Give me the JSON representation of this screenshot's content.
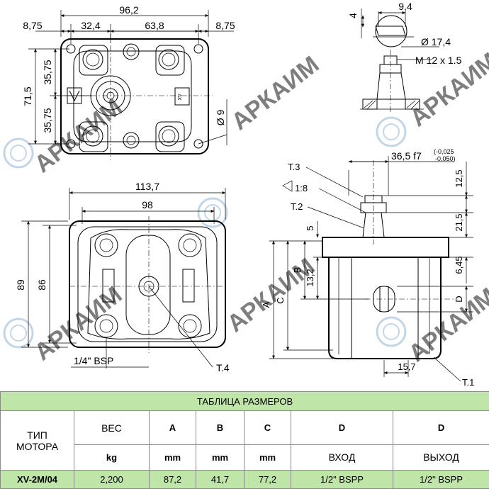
{
  "watermark": {
    "text": "АРКАИМ",
    "color": "#8fb4d8"
  },
  "dims_top_view": {
    "overall_width": "96,2",
    "left_edge": "8,75",
    "inner_left": "32,4",
    "inner_right": "63,8",
    "right_edge": "8,75",
    "height": "71,5",
    "half_top": "35,75",
    "half_bottom": "35,75",
    "hole_dia": "Ø 9"
  },
  "dims_shaft_detail": {
    "key_height": "4",
    "key_width": "9,4",
    "shaft_dia": "Ø 17,4",
    "thread": "M 12 x 1.5"
  },
  "dims_front_view": {
    "overall_width": "113,7",
    "inner_width": "98",
    "height": "89",
    "inner_height": "86",
    "port": "1/4\" BSP",
    "label_t4": "T.4"
  },
  "dims_side_view": {
    "shaft_length": "36,5 f7",
    "tol_upper": "(-0,025",
    "tol_lower": "-0,050)",
    "label_t3": "T.3",
    "taper": "1:8",
    "label_t2": "T.2",
    "d_12_5": "12,5",
    "d_21_5": "21,5",
    "d_5": "5",
    "d_6_45": "6,45",
    "d_13_2": "13,2",
    "label_a": "A",
    "label_b": "B",
    "label_c": "C",
    "label_d": "D",
    "d_15_7": "15,7",
    "label_t1": "T.1"
  },
  "size_table": {
    "title": "ТАБЛИЦА РАЗМЕРОВ",
    "type_header": "ТИП\nМОТОРА",
    "columns": [
      {
        "name": "ВЕС",
        "unit": "kg"
      },
      {
        "name": "A",
        "unit": "mm"
      },
      {
        "name": "B",
        "unit": "mm"
      },
      {
        "name": "C",
        "unit": "mm"
      },
      {
        "name": "D",
        "unit": "ВХОД"
      },
      {
        "name": "D",
        "unit": "ВЫХОД"
      }
    ],
    "row": {
      "type": "XV-2M/04",
      "weight": "2,200",
      "a": "87,2",
      "b": "41,7",
      "c": "77,2",
      "d_in": "1/2\" BSPP",
      "d_out": "1/2\" BSPP"
    },
    "header_fill": "#bfe6a8"
  }
}
